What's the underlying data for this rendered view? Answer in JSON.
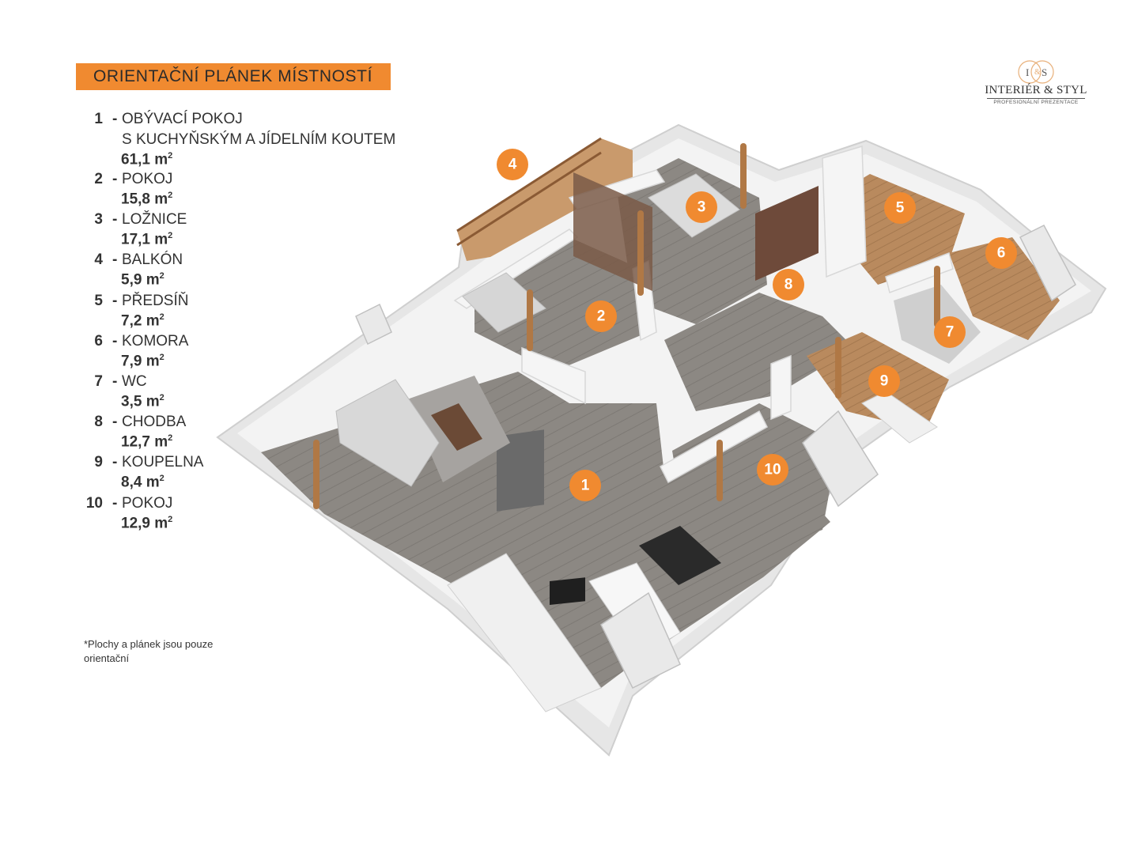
{
  "title": "ORIENTAČNÍ PLÁNEK MÍSTNOSTÍ",
  "rooms": [
    {
      "num": "1",
      "dash": "-",
      "name": "OBÝVACÍ POKOJ",
      "name2": "S KUCHYŇSKÝM A JÍDELNÍM KOUTEM",
      "area": "61,1 m",
      "sup": "2"
    },
    {
      "num": "2",
      "dash": "-",
      "name": "POKOJ",
      "area": "15,8 m",
      "sup": "2"
    },
    {
      "num": "3",
      "dash": "-",
      "name": "LOŽNICE",
      "area": "17,1 m",
      "sup": "2"
    },
    {
      "num": "4",
      "dash": "-",
      "name": "BALKÓN",
      "area": "5,9 m",
      "sup": "2"
    },
    {
      "num": "5",
      "dash": "-",
      "name": "PŘEDSÍŇ",
      "area": "7,2 m",
      "sup": "2"
    },
    {
      "num": "6",
      "dash": "-",
      "name": "KOMORA",
      "area": "7,9 m",
      "sup": "2"
    },
    {
      "num": "7",
      "dash": "-",
      "name": "WC",
      "area": "3,5 m",
      "sup": "2"
    },
    {
      "num": "8",
      "dash": "-",
      "name": "CHODBA",
      "area": "12,7 m",
      "sup": "2"
    },
    {
      "num": "9",
      "dash": "-",
      "name": "KOUPELNA",
      "area": "8,4 m",
      "sup": "2"
    },
    {
      "num": "10",
      "dash": "-",
      "name": "POKOJ",
      "area": "12,9 m",
      "sup": "2"
    }
  ],
  "markers": [
    "1",
    "2",
    "3",
    "4",
    "5",
    "6",
    "7",
    "8",
    "9",
    "10"
  ],
  "footnote": "*Plochy  a plánek jsou pouze orientační",
  "logo": {
    "brand": "INTERIÉR & STYL",
    "sub": "PROFESIONÁLNÍ PREZENTACE",
    "monogram_left": "I",
    "monogram_right": "S"
  },
  "colors": {
    "accent": "#f08a30",
    "floor": "#8a8680",
    "wood": "#b7865a",
    "wall": "#ececec"
  }
}
